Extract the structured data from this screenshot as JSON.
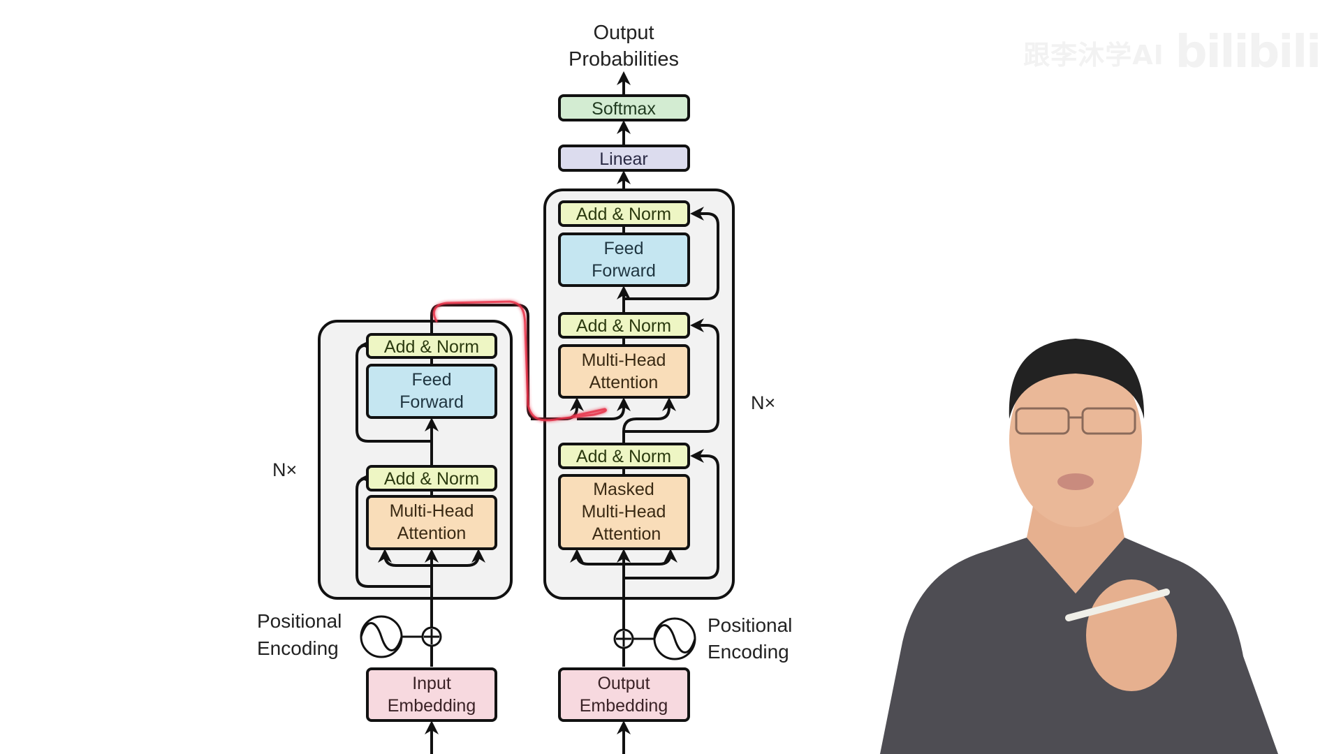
{
  "video": {
    "watermark_channel": "跟李沐学AI",
    "watermark_platform": "bilibili"
  },
  "diagram": {
    "title": "Transformer model architecture",
    "output_label_line1": "Output",
    "output_label_line2": "Probabilities",
    "softmax": "Softmax",
    "linear": "Linear",
    "encoder": {
      "repeat": "N×",
      "add_norm_top": "Add & Norm",
      "feed_forward_l1": "Feed",
      "feed_forward_l2": "Forward",
      "add_norm_bottom": "Add & Norm",
      "mha_l1": "Multi-Head",
      "mha_l2": "Attention",
      "pe_l1": "Positional",
      "pe_l2": "Encoding",
      "embedding_l1": "Input",
      "embedding_l2": "Embedding"
    },
    "decoder": {
      "repeat": "N×",
      "add_norm_top": "Add & Norm",
      "feed_forward_l1": "Feed",
      "feed_forward_l2": "Forward",
      "add_norm_mid": "Add & Norm",
      "mha_l1": "Multi-Head",
      "mha_l2": "Attention",
      "add_norm_bottom": "Add & Norm",
      "masked_l1": "Masked",
      "masked_l2": "Multi-Head",
      "masked_l3": "Attention",
      "pe_l1": "Positional",
      "pe_l2": "Encoding",
      "embedding_l1": "Output",
      "embedding_l2": "Embedding"
    },
    "colors": {
      "softmax": "#d3ecd2",
      "linear": "#dcdcee",
      "add_norm": "#eef6c4",
      "feed_forward": "#c5e6f1",
      "attention": "#f9ddb9",
      "embedding": "#f7d9df",
      "block_bg": "#f2f2f2",
      "stroke": "#111111",
      "annotation": "#e8304a"
    }
  }
}
